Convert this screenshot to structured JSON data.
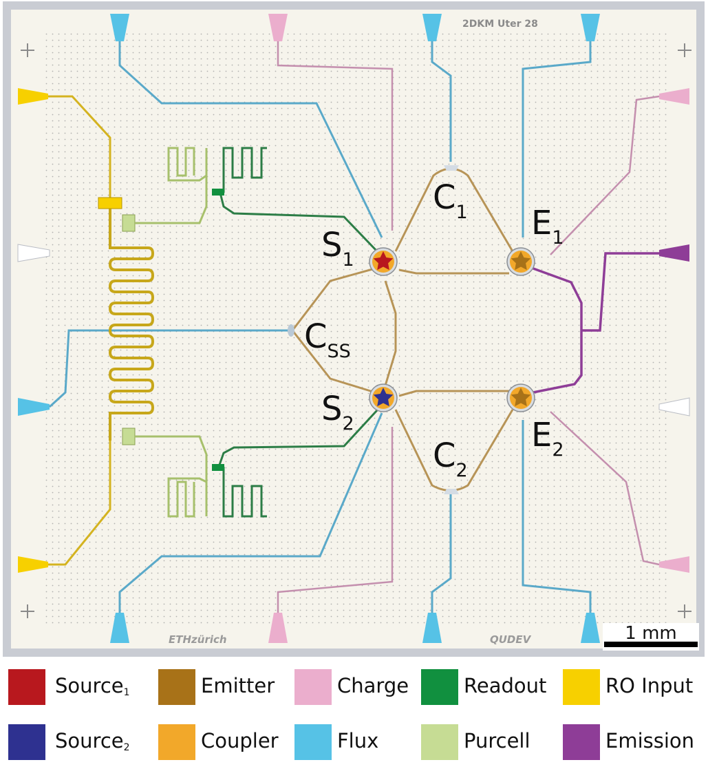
{
  "chip": {
    "id_text": "2DKM Uter 28",
    "logo_left": "ETHzürich",
    "logo_right": "QUDEV",
    "scale_label": "1 mm"
  },
  "labels": {
    "S1": {
      "main": "S",
      "sub": "1"
    },
    "S2": {
      "main": "S",
      "sub": "2"
    },
    "E1": {
      "main": "E",
      "sub": "1"
    },
    "E2": {
      "main": "E",
      "sub": "2"
    },
    "C1": {
      "main": "C",
      "sub": "1"
    },
    "C2": {
      "main": "C",
      "sub": "2"
    },
    "CSS": {
      "main": "C",
      "sub": "SS"
    }
  },
  "colors": {
    "source1": "#b8181e",
    "source2": "#2e3190",
    "emitter": "#a87218",
    "coupler": "#f2a82a",
    "charge": "#ebaecd",
    "flux": "#56c2e6",
    "readout": "#11903f",
    "purcell": "#c6dc94",
    "ro_input": "#f7d000",
    "emission": "#8e3d97",
    "chip_bg": "#f6f4ec",
    "frame": "#c9ccd3"
  },
  "legend": [
    {
      "label": "Source",
      "sub": "1",
      "color_key": "source1"
    },
    {
      "label": "Emitter",
      "sub": "",
      "color_key": "emitter"
    },
    {
      "label": "Charge",
      "sub": "",
      "color_key": "charge"
    },
    {
      "label": "Readout",
      "sub": "",
      "color_key": "readout"
    },
    {
      "label": "RO Input",
      "sub": "",
      "color_key": "ro_input"
    },
    {
      "label": "Source",
      "sub": "2",
      "color_key": "source2"
    },
    {
      "label": "Coupler",
      "sub": "",
      "color_key": "coupler"
    },
    {
      "label": "Flux",
      "sub": "",
      "color_key": "flux"
    },
    {
      "label": "Purcell",
      "sub": "",
      "color_key": "purcell"
    },
    {
      "label": "Emission",
      "sub": "",
      "color_key": "emission"
    }
  ]
}
